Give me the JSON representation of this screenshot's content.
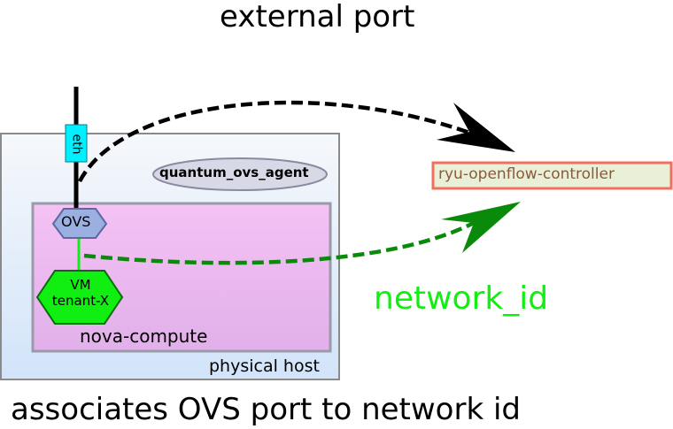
{
  "title": "external port",
  "caption": "associates OVS port to network id",
  "physical_host": "physical host",
  "nova_compute": "nova-compute",
  "agent": "quantum_ovs_agent",
  "controller": "ryu-openflow-controller",
  "eth": "eth",
  "ovs": "OVS",
  "vm": {
    "line1": "VM",
    "line2": "tenant-X"
  },
  "network_id": "network_id",
  "colors": {
    "host_border": "#8a8a8a",
    "nova_fill": "#efbaef",
    "eth_fill": "#00f0ff",
    "ovs_fill": "#9bb0e0",
    "vm_fill": "#11ee11",
    "agent_fill": "#d7d9e6",
    "controller_border": "#f07060",
    "controller_fill": "#eaf0d8",
    "network_arrow": "#0a8a0a"
  }
}
